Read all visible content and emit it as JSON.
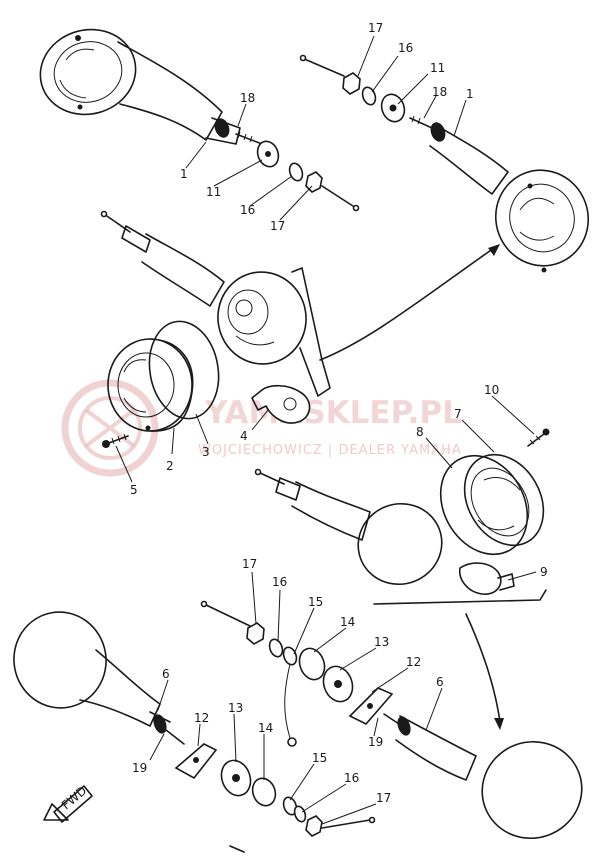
{
  "watermark": {
    "title": "YAMASKLEP.PL",
    "subtitle": "WOJCIECHOWICZ | DEALER YAMAHA"
  },
  "fwd_label": "FWD",
  "labels": [
    {
      "id": "p17a",
      "text": "17"
    },
    {
      "id": "p16a",
      "text": "16"
    },
    {
      "id": "p11a",
      "text": "11"
    },
    {
      "id": "p18a",
      "text": "18"
    },
    {
      "id": "p1a",
      "text": "1"
    },
    {
      "id": "p18b",
      "text": "18"
    },
    {
      "id": "p1b",
      "text": "1"
    },
    {
      "id": "p11b",
      "text": "11"
    },
    {
      "id": "p16b",
      "text": "16"
    },
    {
      "id": "p17b",
      "text": "17"
    },
    {
      "id": "p4",
      "text": "4"
    },
    {
      "id": "p2",
      "text": "2"
    },
    {
      "id": "p3",
      "text": "3"
    },
    {
      "id": "p5",
      "text": "5"
    },
    {
      "id": "p10",
      "text": "10"
    },
    {
      "id": "p7",
      "text": "7"
    },
    {
      "id": "p8",
      "text": "8"
    },
    {
      "id": "p9",
      "text": "9"
    },
    {
      "id": "p17c",
      "text": "17"
    },
    {
      "id": "p16c",
      "text": "16"
    },
    {
      "id": "p15a",
      "text": "15"
    },
    {
      "id": "p14a",
      "text": "14"
    },
    {
      "id": "p13a",
      "text": "13"
    },
    {
      "id": "p12a",
      "text": "12"
    },
    {
      "id": "p6a",
      "text": "6"
    },
    {
      "id": "p19a",
      "text": "19"
    },
    {
      "id": "p6b",
      "text": "6"
    },
    {
      "id": "p12b",
      "text": "12"
    },
    {
      "id": "p13b",
      "text": "13"
    },
    {
      "id": "p19b",
      "text": "19"
    },
    {
      "id": "p14b",
      "text": "14"
    },
    {
      "id": "p15b",
      "text": "15"
    },
    {
      "id": "p16d",
      "text": "16"
    },
    {
      "id": "p17d",
      "text": "17"
    }
  ]
}
